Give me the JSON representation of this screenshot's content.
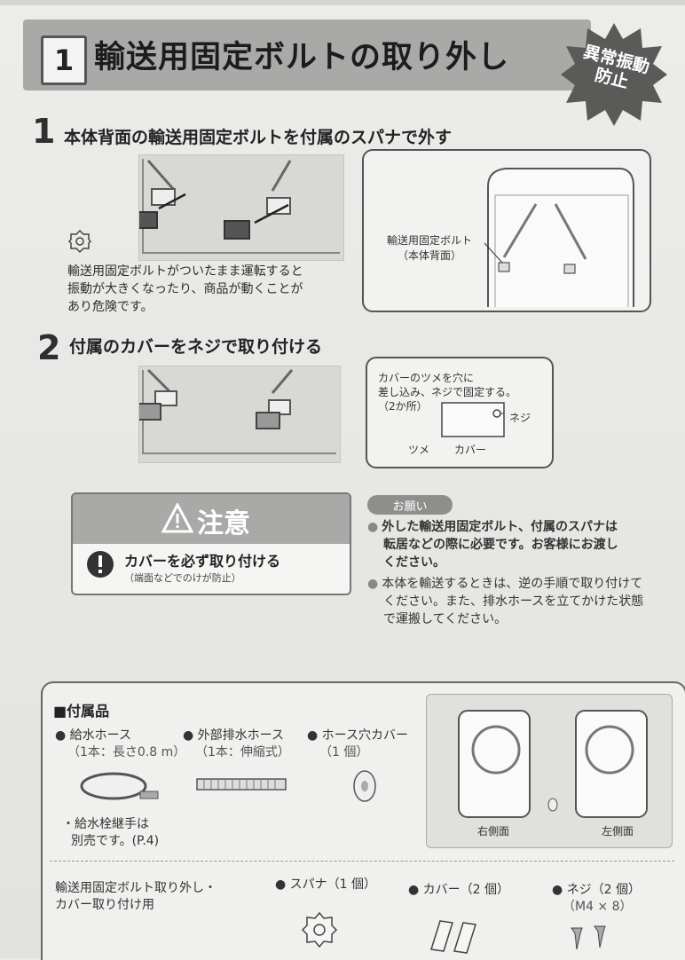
{
  "header": {
    "number": "1",
    "title": "輸送用固定ボルトの取り外し",
    "badge_lines": [
      "異常振動",
      "防止"
    ]
  },
  "step1": {
    "number": "1",
    "title": "本体背面の輸送用固定ボルトを付属のスパナで外す",
    "callout_label_line1": "輸送用固定ボルト",
    "callout_label_line2": "（本体背面）",
    "warning_lines": [
      "輸送用固定ボルトがついたまま運転すると",
      "振動が大きくなったり、商品が動くことが",
      "あり危険です。"
    ]
  },
  "step2": {
    "number": "2",
    "title": "付属のカバーをネジで取り付ける",
    "callout_lines": [
      "カバーのツメを穴に",
      "差し込み、ネジで固定する。",
      "（2か所）"
    ],
    "label_neji": "ネジ",
    "label_tsume": "ツメ",
    "label_cover": "カバー"
  },
  "caution": {
    "title": "注意",
    "main": "カバーを必ず取り付ける",
    "sub": "（端面などでのけが防止）"
  },
  "onegai": {
    "label": "お願い",
    "notes": [
      {
        "lines": [
          "外した輸送用固定ボルト、付属のスパナは",
          "転居などの際に必要です。お客様にお渡し",
          "ください。"
        ],
        "bold": true
      },
      {
        "lines": [
          "本体を輸送するときは、逆の手順で取り付けて",
          "ください。また、排水ホースを立てかけた状態",
          "で運搬してください。"
        ],
        "bold": false
      }
    ]
  },
  "accessories": {
    "title": "■付属品",
    "hose_supply": {
      "name": "● 給水ホース",
      "detail": "（1本：長さ0.8 m）"
    },
    "hose_drain": {
      "name": "● 外部排水ホース",
      "detail": "（1本：伸縮式）"
    },
    "hose_cover": {
      "name": "● ホース穴カバー",
      "detail": "（1 個）"
    },
    "faucet_note_lines": [
      "・給水栓継手は",
      "別売です。(P.4)"
    ],
    "right_side": "右側面",
    "left_side": "左側面",
    "bolt_removal_lines": [
      "輸送用固定ボルト取り外し・",
      "カバー取り付け用"
    ],
    "spanner": "● スパナ（1 個）",
    "cover": "● カバー（2 個）",
    "screw": "● ネジ（2 個）",
    "screw_size": "（M4 × 8）"
  }
}
